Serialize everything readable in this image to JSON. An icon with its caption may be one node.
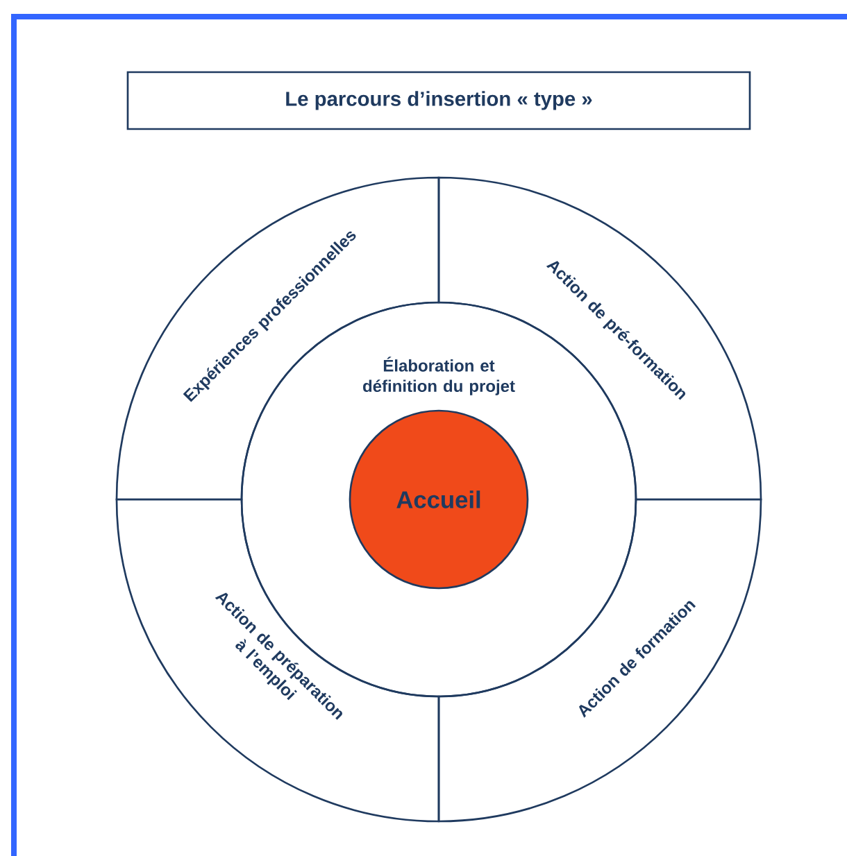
{
  "diagram": {
    "title": "Le parcours  d’insertion « type »",
    "nodes": [
      {
        "text": [
          "Expériences professionnelles"
        ]
      },
      {
        "text": [
          "Action de pré-formation"
        ]
      },
      {
        "text": [
          "Élaboration et définition du projet"
        ]
      },
      {
        "text": [
          "Accueil"
        ],
        "in": 2
      },
      {
        "text": [
          "Action de préparation à l’emploi"
        ]
      },
      {
        "text": [
          "Action de formation"
        ]
      }
    ]
  }
}
